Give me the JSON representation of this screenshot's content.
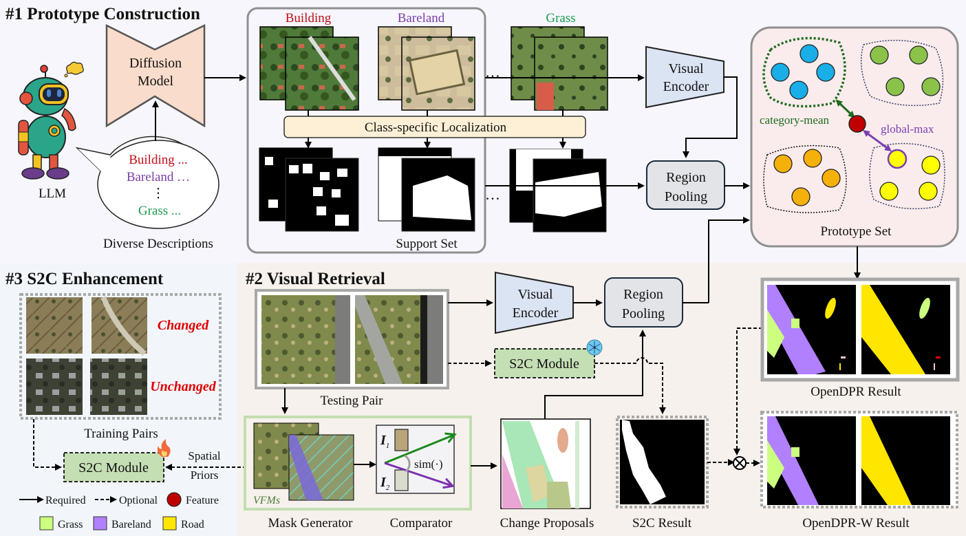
{
  "sections": {
    "s1_title": "#1  Prototype Construction",
    "s2_title": "#2  Visual Retrieval",
    "s3_title": "#3  S2C Enhancement"
  },
  "llm": {
    "label": "LLM",
    "descriptions": [
      "Building ...",
      "Bareland …",
      "⋮",
      "Grass ..."
    ],
    "caption": "Diverse Descriptions"
  },
  "diffusion": {
    "line1": "Diffusion",
    "line2": "Model"
  },
  "support": {
    "classes": [
      "Building",
      "Bareland",
      "Grass"
    ],
    "ellipsis": "…",
    "localization": "Class-specific Localization",
    "caption": "Support Set"
  },
  "encoder": {
    "line1": "Visual",
    "line2": "Encoder"
  },
  "pooling": {
    "line1": "Region",
    "line2": "Pooling"
  },
  "prototype": {
    "caption": "Prototype Set",
    "category_mean": "category-mean",
    "global_max": "global-max"
  },
  "retrieval": {
    "testing_pair": "Testing Pair",
    "s2c_module": "S2C Module",
    "vfms": "VFMs",
    "mask_generator": "Mask Generator",
    "comparator": "Comparator",
    "i1": "I",
    "i1_sub": "1",
    "i2": "I",
    "i2_sub": "2",
    "sim": "sim(·)",
    "change_proposals": "Change Proposals",
    "s2c_result": "S2C Result",
    "opendpr_result": "OpenDPR Result",
    "opendpr_w_result": "OpenDPR-W Result"
  },
  "enhancement": {
    "changed": "Changed",
    "unchanged": "Unchanged",
    "training_pairs": "Training Pairs",
    "s2c_module": "S2C Module",
    "spatial": "Spatial",
    "priors": "Priors"
  },
  "legend": {
    "required": "Required",
    "optional": "Optional",
    "feature": "Feature",
    "classes": [
      {
        "name": "Grass",
        "color": "#ccff80"
      },
      {
        "name": "Bareland",
        "color": "#b180ff"
      },
      {
        "name": "Road",
        "color": "#ffe600"
      }
    ]
  },
  "colors": {
    "building": "#c0101a",
    "bareland": "#7b3fa8",
    "grass": "#1a9a50",
    "changed": "#e00000",
    "category_mean": "#1e6b1e",
    "global_max": "#7a3fb0",
    "feature": "#c00000",
    "cluster_blue": "#19aee8",
    "cluster_green": "#8bc34a",
    "cluster_orange": "#f5b00a",
    "cluster_yellow": "#ffff00"
  }
}
